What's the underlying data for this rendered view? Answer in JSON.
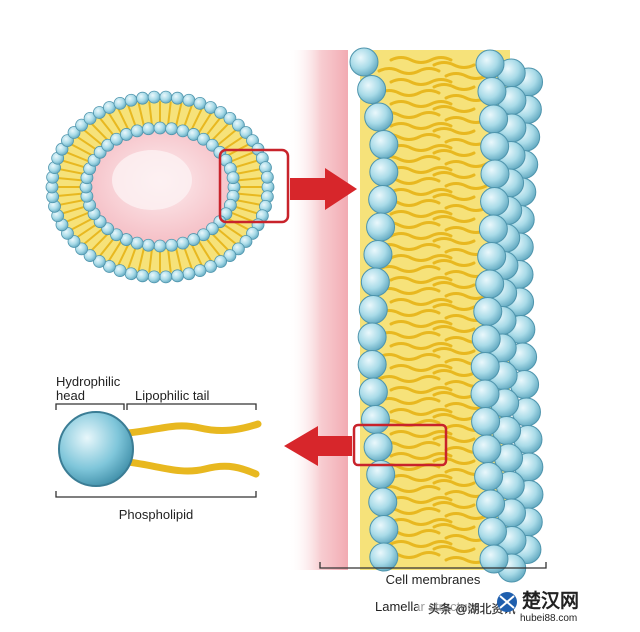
{
  "labels": {
    "hydrophilic_line1": "Hydrophilic",
    "hydrophilic_line2": "head",
    "lipophilic_tail": "Lipophilic tail",
    "phospholipid": "Phospholipid",
    "cell_membranes": "Cell membranes",
    "lamellar_structure": "Lamellar structure"
  },
  "watermark": {
    "source_text": "头条 @湖北资讯",
    "logo_text": "楚汉网",
    "logo_url": "hubei88.com"
  },
  "colors": {
    "head_fill": "#a9dbe8",
    "head_stroke": "#4f95ad",
    "tail": "#e8b820",
    "core": "#f6e27a",
    "arrow": "#d7262b",
    "pink_glow": "#f4b6bd",
    "cell_interior": "#f9d4d8"
  }
}
